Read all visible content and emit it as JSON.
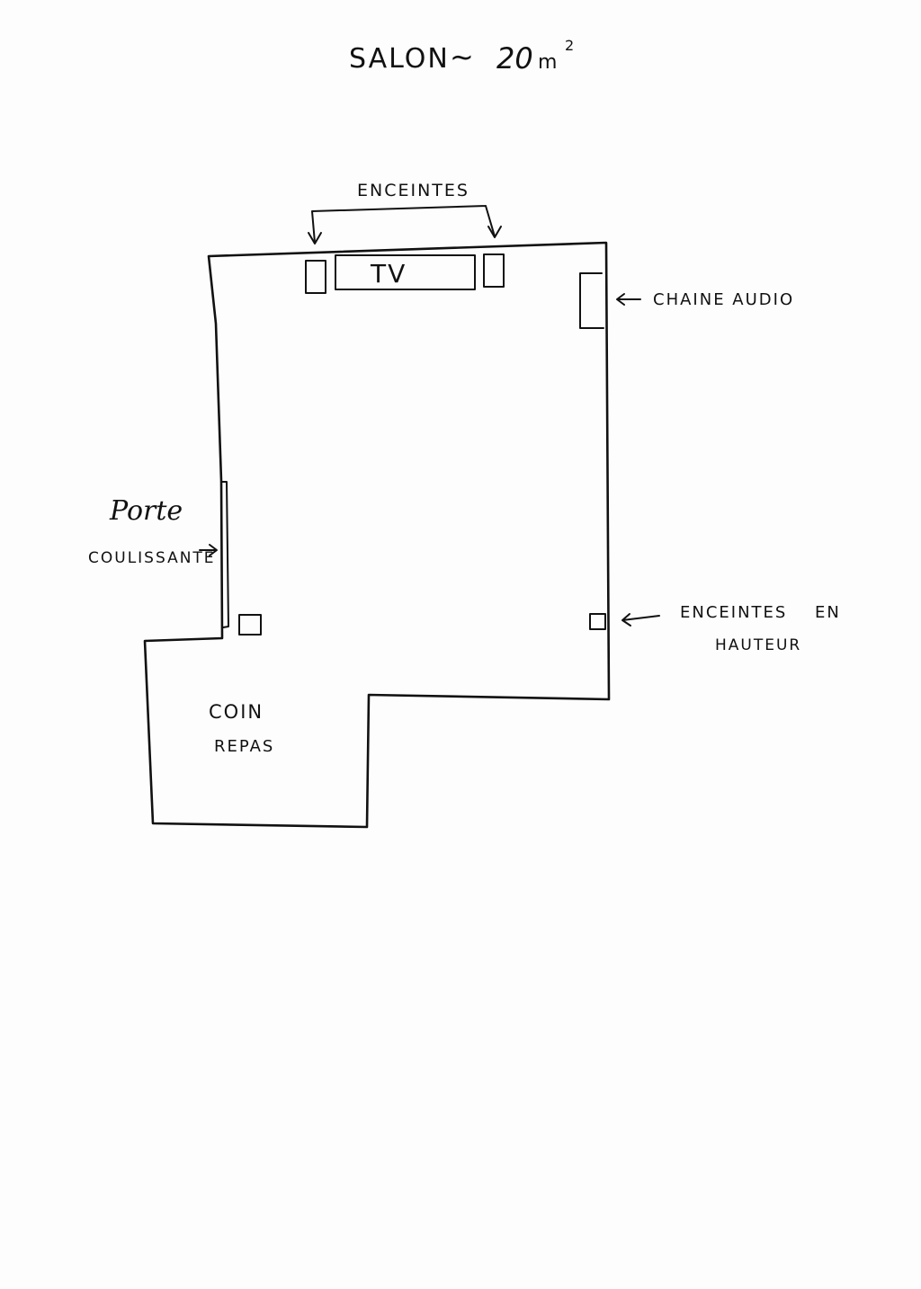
{
  "title": {
    "room": "SALON",
    "approx": "~",
    "area_value": "20",
    "area_unit": "m",
    "area_exp": "2"
  },
  "labels": {
    "speakers_top": "ENCEINTES",
    "tv": "TV",
    "hifi": "CHAINE AUDIO",
    "door_line1": "Porte",
    "door_line2": "COULISSANTE",
    "high_speakers_line1": "ENCEINTES",
    "high_speakers_line2": "EN",
    "high_speakers_line3": "HAUTEUR",
    "dining_line1": "COIN",
    "dining_line2": "REPAS"
  }
}
